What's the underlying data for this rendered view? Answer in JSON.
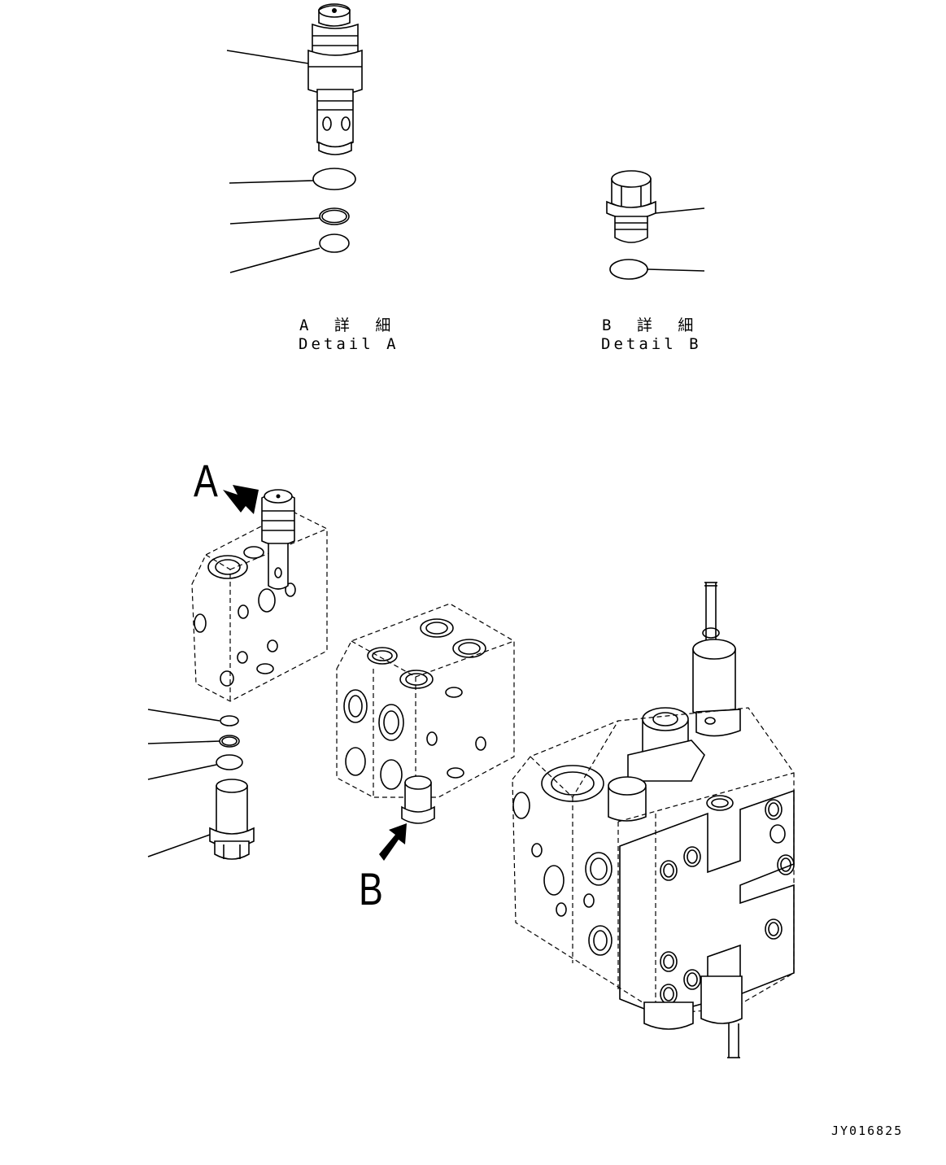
{
  "detail_a": {
    "jp": "A 詳 細",
    "en": "Detail A"
  },
  "detail_b": {
    "jp": "B 詳 細",
    "en": "Detail B"
  },
  "callouts": {
    "a": "A",
    "b": "B"
  },
  "drawing_code": "JY016825"
}
